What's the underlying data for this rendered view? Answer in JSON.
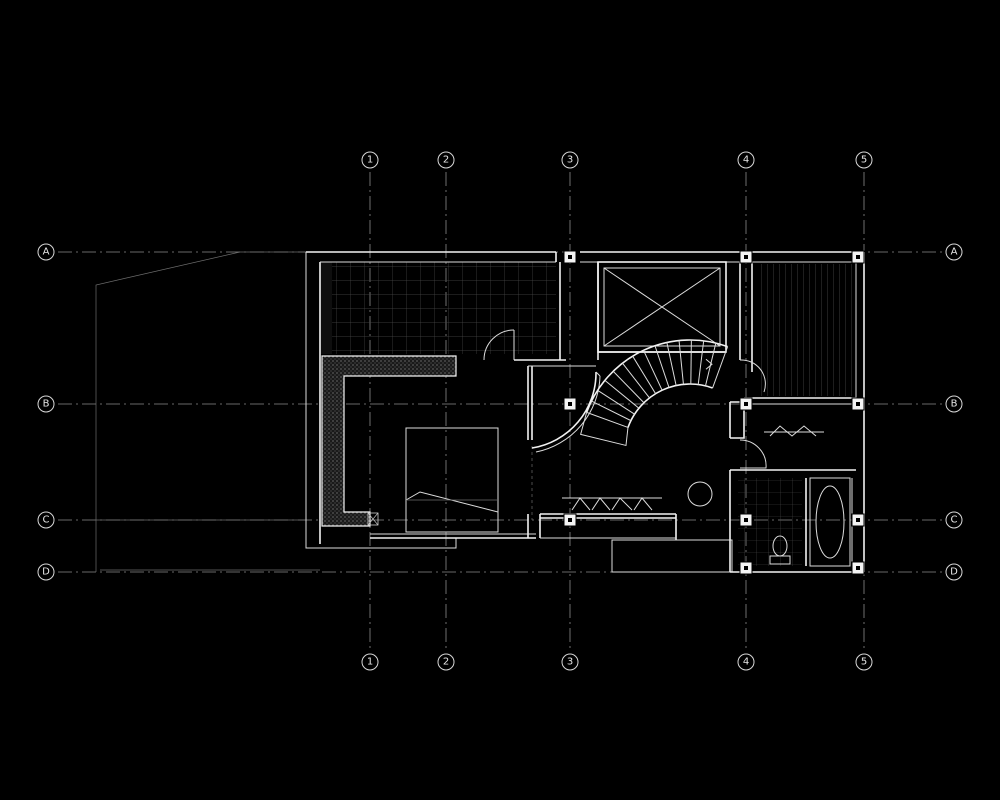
{
  "grid": {
    "columns": [
      "1",
      "2",
      "3",
      "4",
      "5"
    ],
    "rows": [
      "A",
      "B",
      "C",
      "D"
    ]
  },
  "colors": {
    "background": "#000000",
    "linework": "#f2f2f2",
    "grid": "#8a8a8a"
  }
}
